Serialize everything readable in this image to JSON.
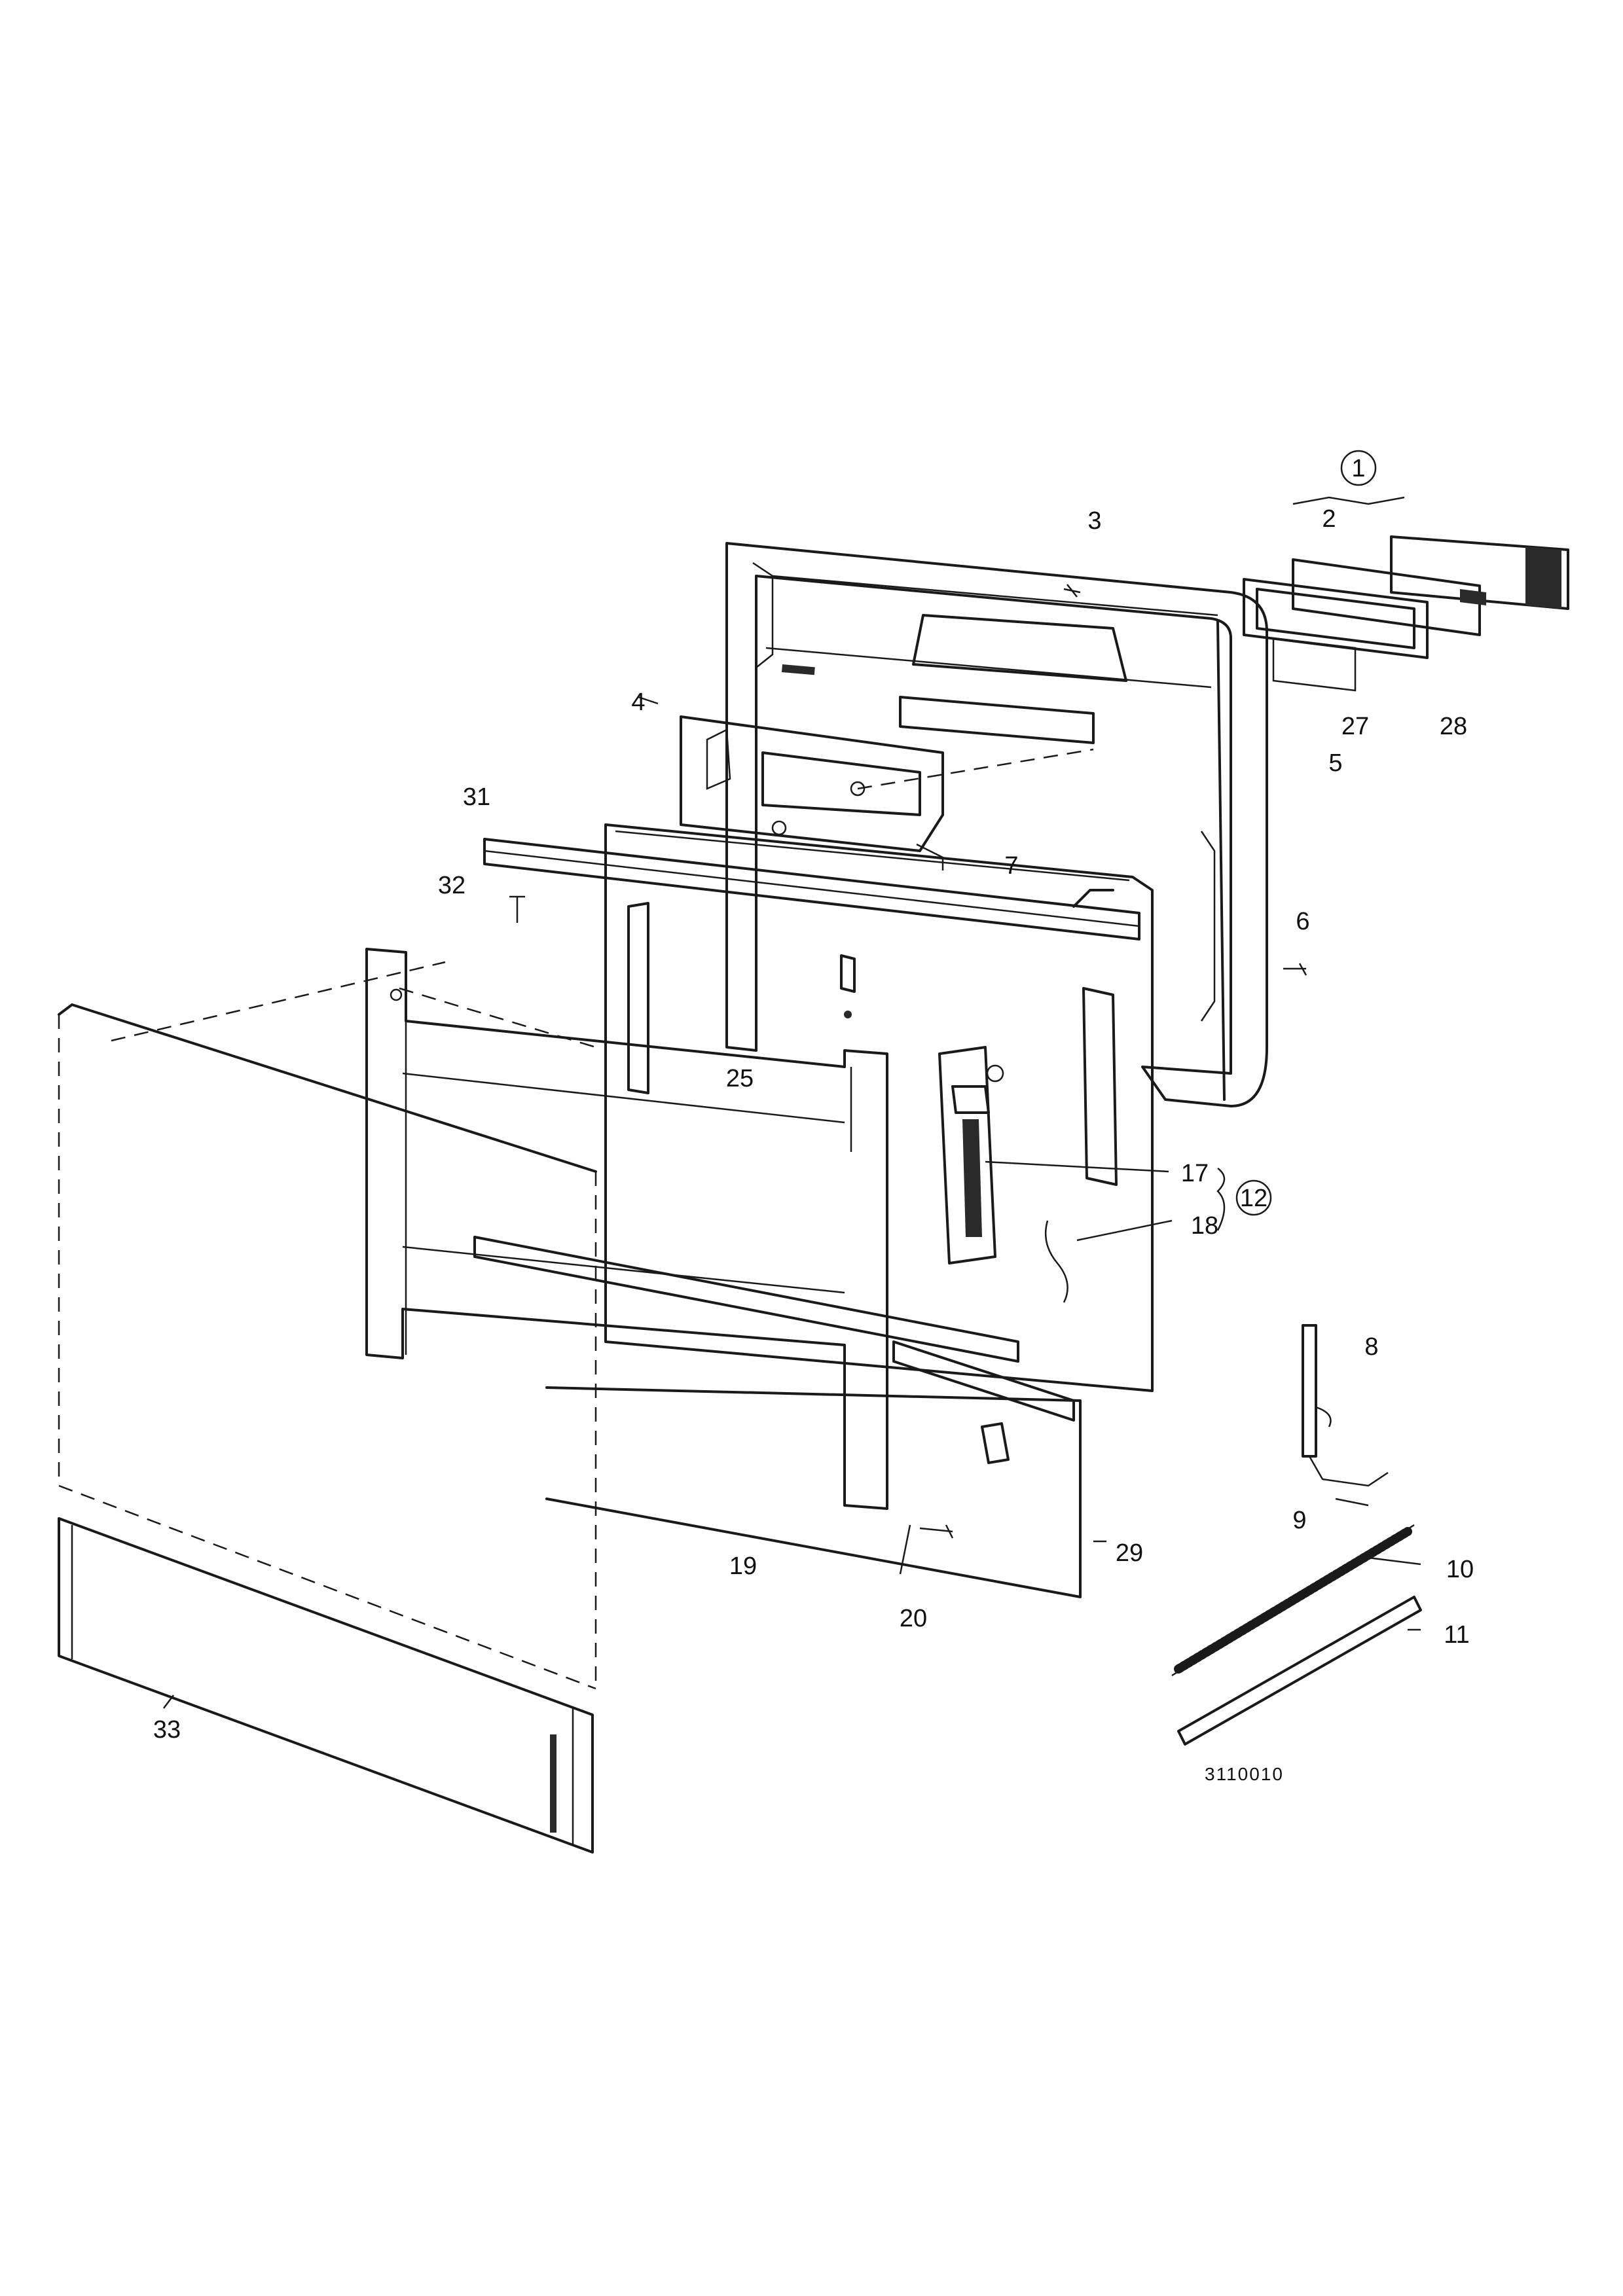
{
  "diagram": {
    "drawing_code": "3110010",
    "callouts": {
      "c1": "1",
      "c2": "2",
      "c3": "3",
      "c4": "4",
      "c5": "5",
      "c6": "6",
      "c7": "7",
      "c8": "8",
      "c9": "9",
      "c10": "10",
      "c11": "11",
      "c12": "12",
      "c17": "17",
      "c18": "18",
      "c19": "19",
      "c20": "20",
      "c25": "25",
      "c27": "27",
      "c28": "28",
      "c29": "29",
      "c31": "31",
      "c32": "32",
      "c33": "33"
    }
  }
}
